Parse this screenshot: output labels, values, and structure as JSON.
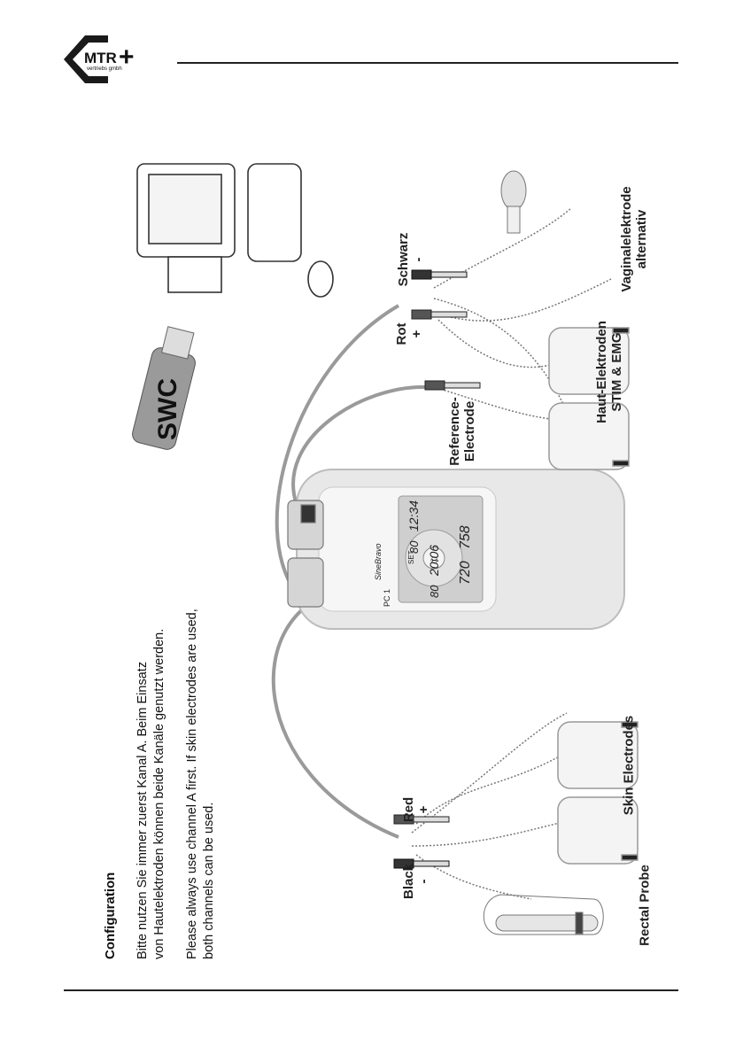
{
  "header": {
    "logo_text": "MTR",
    "logo_plus": "+",
    "logo_subtext": "vertriebs gmbh"
  },
  "configuration": {
    "title": "Configuration",
    "german": [
      "Bitte nutzen Sie immer zuerst Kanal A. Beim Einsatz",
      "von Hautelektroden können beide Kanäle genutzt werden."
    ],
    "english": [
      "Please always use channel A first. If skin electrodes are used,",
      "both channels can be used."
    ]
  },
  "labels": {
    "black": "Black",
    "black_sign": "-",
    "red": "Red",
    "red_sign": "+",
    "rectal_probe": "Rectal Probe",
    "skin_electrodes": "Skin Electrodes",
    "reference_electrode": [
      "Reference-",
      "Electrode"
    ],
    "rot": "Rot",
    "rot_sign": "+",
    "schwarz": "Schwarz",
    "schwarz_sign": "-",
    "haut_elektroden": [
      "Haut-Elektroden",
      "STIM & EMG"
    ],
    "vaginal": [
      "Vaginalelektrode",
      "alternativ"
    ],
    "usb_stick": "SWC"
  },
  "device": {
    "brand": "SineBravo",
    "channel": "PC 1",
    "display_values": [
      "12:34",
      "80",
      "20:06",
      "80",
      "758",
      "720"
    ],
    "keys": [
      "SET",
      "①"
    ]
  }
}
